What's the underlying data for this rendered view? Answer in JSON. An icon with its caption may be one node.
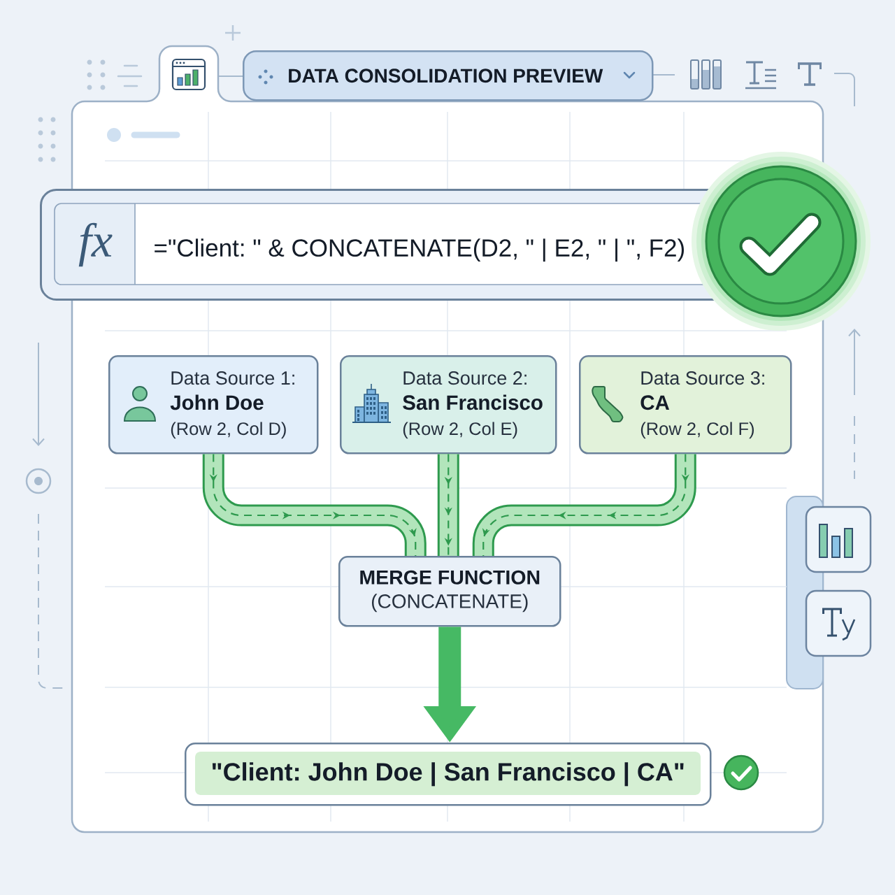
{
  "diagram": {
    "title": "DATA CONSOLIDATION PREVIEW",
    "nodes": [
      {
        "text": [
          "fx",
          "=\"Client: \" & CONCATENATE(D2, \" | E2, \" | \", F2)"
        ]
      },
      {
        "text": [
          "Data Source 1:",
          "John Doe",
          "(Row 2, Col D)"
        ]
      },
      {
        "text": [
          "Data Source 2:",
          "San Francisco",
          "(Row 2, Col E)"
        ]
      },
      {
        "text": [
          "Data Source 3:",
          "CA",
          "(Row 2, Col F)"
        ]
      },
      {
        "text": [
          "MERGE FUNCTION",
          "(CONCATENATE)"
        ]
      },
      {
        "text": [
          "\"Client: John Doe | San Francisco | CA\""
        ]
      }
    ],
    "edges": [
      {
        "from": 1,
        "to": 4,
        "arrow": "to"
      },
      {
        "from": 2,
        "to": 4,
        "arrow": "to"
      },
      {
        "from": 3,
        "to": 4,
        "arrow": "to"
      },
      {
        "from": 4,
        "to": 5,
        "arrow": "to"
      }
    ]
  }
}
